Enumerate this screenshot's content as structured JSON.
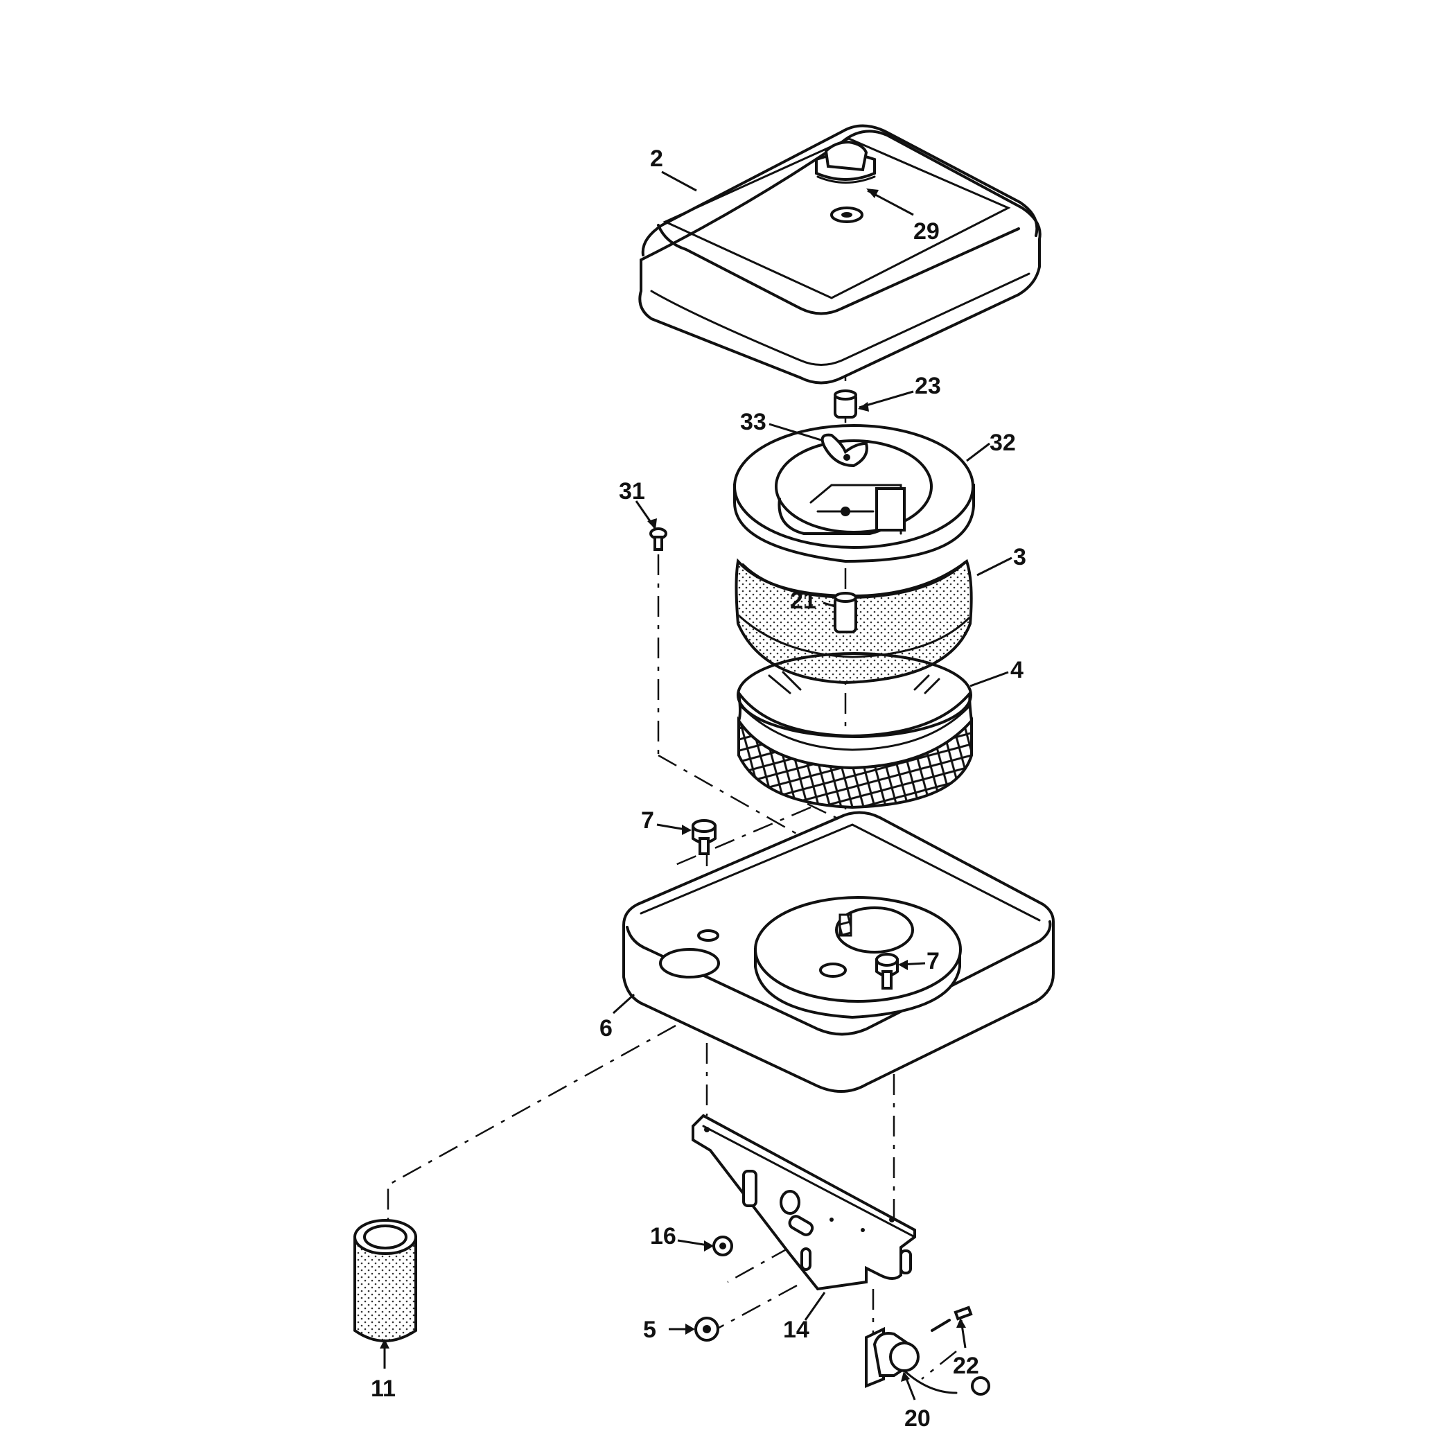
{
  "callouts": {
    "c2": "2",
    "c29": "29",
    "c23": "23",
    "c33": "33",
    "c32": "32",
    "c31": "31",
    "c3": "3",
    "c21": "21",
    "c4": "4",
    "c7a": "7",
    "c7b": "7",
    "c6": "6",
    "c16": "16",
    "c14": "14",
    "c5": "5",
    "c11": "11",
    "c22": "22",
    "c20": "20"
  },
  "parts": [
    {
      "id": "2",
      "icon": "air-cleaner-cover"
    },
    {
      "id": "29",
      "icon": "wing-knob"
    },
    {
      "id": "23",
      "icon": "spacer-sleeve"
    },
    {
      "id": "33",
      "icon": "wing-nut"
    },
    {
      "id": "32",
      "icon": "element-cover-ring"
    },
    {
      "id": "31",
      "icon": "screw"
    },
    {
      "id": "3",
      "icon": "pre-cleaner-element"
    },
    {
      "id": "21",
      "icon": "stud-sleeve"
    },
    {
      "id": "4",
      "icon": "filter-element"
    },
    {
      "id": "7",
      "icon": "bolt"
    },
    {
      "id": "6",
      "icon": "air-cleaner-base"
    },
    {
      "id": "16",
      "icon": "nut"
    },
    {
      "id": "14",
      "icon": "mounting-bracket"
    },
    {
      "id": "5",
      "icon": "lock-nut"
    },
    {
      "id": "11",
      "icon": "hose-sleeve"
    },
    {
      "id": "22",
      "icon": "screw"
    },
    {
      "id": "20",
      "icon": "fitting-with-ring"
    }
  ]
}
